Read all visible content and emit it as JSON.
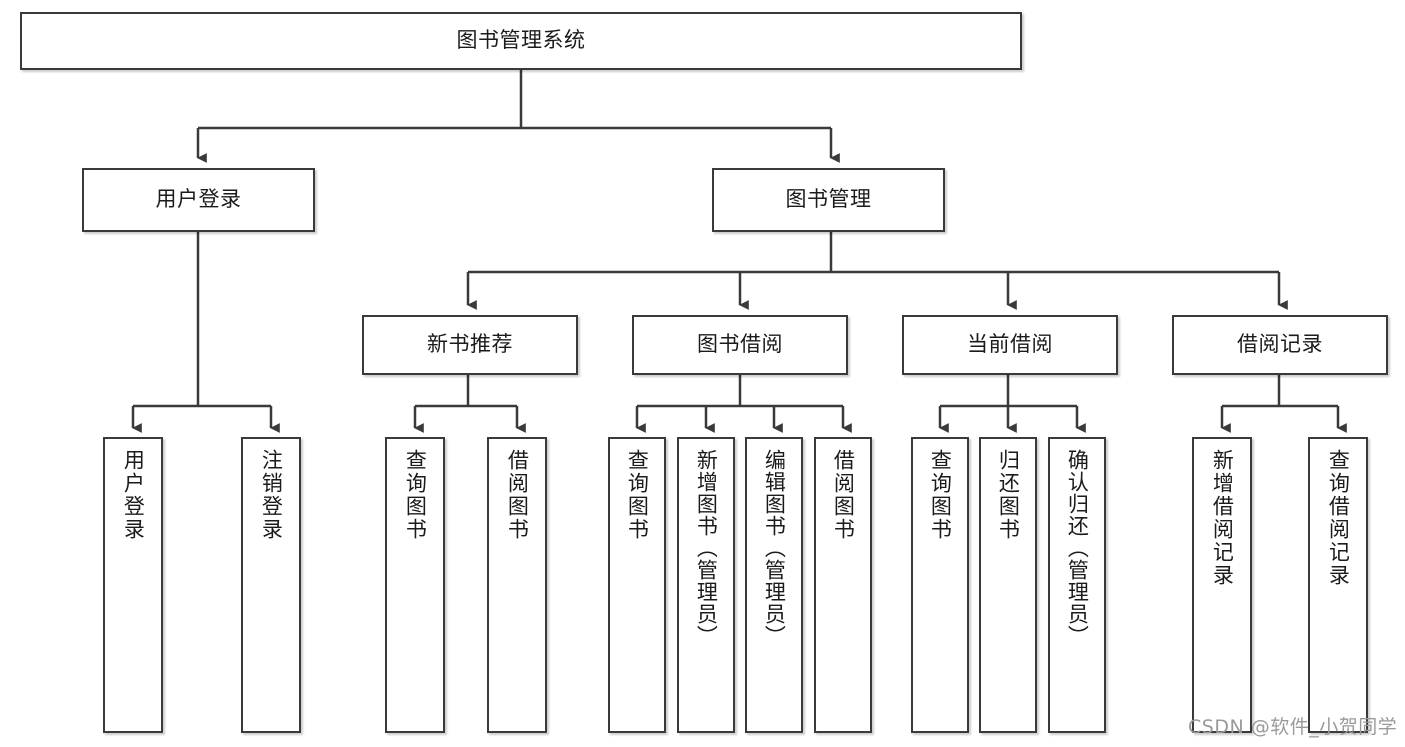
{
  "diagram": {
    "title": "图书管理系统",
    "type": "tree",
    "root": {
      "label": "图书管理系统"
    },
    "level2": [
      {
        "label": "用户登录"
      },
      {
        "label": "图书管理"
      }
    ],
    "level3": [
      {
        "label": "新书推荐",
        "parent": "图书管理"
      },
      {
        "label": "图书借阅",
        "parent": "图书管理"
      },
      {
        "label": "当前借阅",
        "parent": "图书管理"
      },
      {
        "label": "借阅记录",
        "parent": "图书管理"
      }
    ],
    "leaves": {
      "user_login": [
        {
          "label": "用户登录"
        },
        {
          "label": "注销登录"
        }
      ],
      "new_book_recommend": [
        {
          "label": "查询图书"
        },
        {
          "label": "借阅图书"
        }
      ],
      "book_borrow": [
        {
          "label": "查询图书"
        },
        {
          "label": "新增图书（管理员）"
        },
        {
          "label": "编辑图书（管理员）"
        },
        {
          "label": "借阅图书"
        }
      ],
      "current_borrow": [
        {
          "label": "查询图书"
        },
        {
          "label": "归还图书"
        },
        {
          "label": "确认归还（管理员）"
        }
      ],
      "borrow_record": [
        {
          "label": "新增借阅记录"
        },
        {
          "label": "查询借阅记录"
        }
      ]
    }
  },
  "watermark": {
    "text": "CSDN @软件_小贺同学"
  },
  "colors": {
    "stroke": "#3a3a3a",
    "fill": "#ffffff",
    "text": "#1b1b1b",
    "watermark": "#9a9a9a"
  }
}
